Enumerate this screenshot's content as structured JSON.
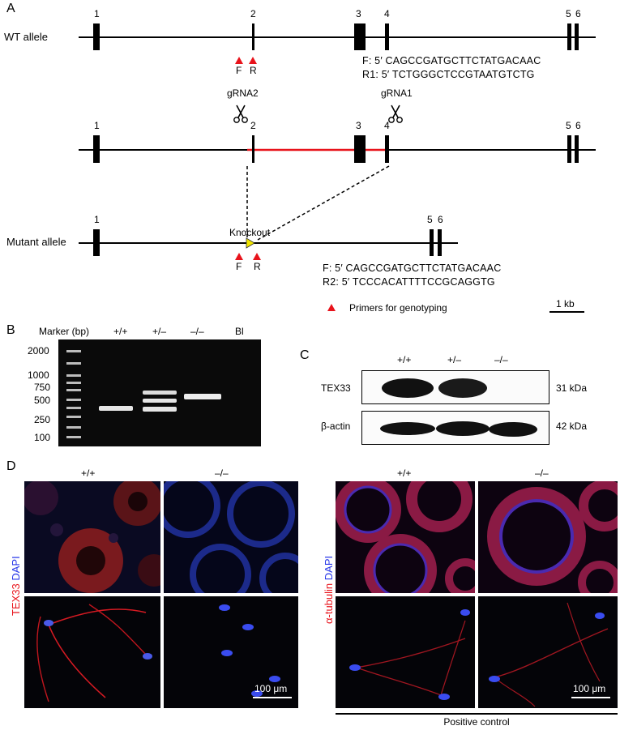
{
  "panels": {
    "a": "A",
    "b": "B",
    "c": "C",
    "d": "D"
  },
  "panel_a": {
    "wt_label": "WT allele",
    "mutant_label": "Mutant allele",
    "exon_numbers": [
      "1",
      "2",
      "3",
      "4",
      "5",
      "6"
    ],
    "primer_f": "F",
    "primer_r": "R",
    "grna1": "gRNA1",
    "grna2": "gRNA2",
    "knockout": "Knockout",
    "wt_seq_f": "F: 5′ CAGCCGATGCTTCTATGACAAC",
    "wt_seq_r1": "R1: 5′  TCTGGGCTCCGTAATGTCTG",
    "mut_seq_f": "F: 5′ CAGCCGATGCTTCTATGACAAC",
    "mut_seq_r2": "R2: 5′  TCCCACATTTTCCGCAGGTG",
    "primers_legend": "Primers for genotyping",
    "scale": "1 kb",
    "colors": {
      "deletion": "#e8131b",
      "primer": "#e8131b",
      "knockout_marker": "#f2e600"
    }
  },
  "panel_b": {
    "marker_header": "Marker (bp)",
    "lanes": [
      "+/+",
      "+/–",
      "–/–",
      "Bl"
    ],
    "marker_sizes": [
      "2000",
      "1000",
      "750",
      "500",
      "250",
      "100"
    ]
  },
  "panel_c": {
    "lanes": [
      "+/+",
      "+/–",
      "–/–"
    ],
    "rows": [
      {
        "protein": "TEX33",
        "size": "31 kDa"
      },
      {
        "protein": "β-actin",
        "size": "42 kDa"
      }
    ]
  },
  "panel_d": {
    "left_headers": [
      "+/+",
      "–/–"
    ],
    "right_headers": [
      "+/+",
      "–/–"
    ],
    "left_stain": "TEX33",
    "left_dapi": "DAPI",
    "right_stain": "α-tubulin",
    "right_dapi": "DAPI",
    "scale_left": "100 μm",
    "scale_right": "100 μm",
    "positive_control": "Positive control",
    "colors": {
      "stain": "#e8131b",
      "dapi": "#2433e8"
    }
  }
}
